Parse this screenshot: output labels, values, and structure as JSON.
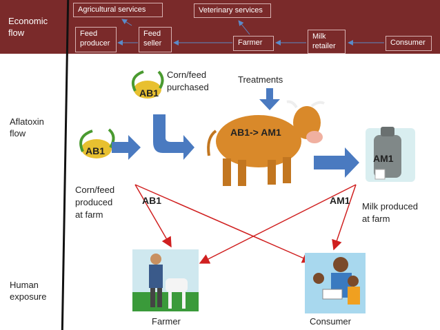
{
  "economic": {
    "row_label": "Economic\nflow",
    "boxes": {
      "agricultural_services": "Agricultural services",
      "veterinary_services": "Veterinary services",
      "feed_producer": "Feed\nproducer",
      "feed_seller": "Feed\nseller",
      "farmer": "Farmer",
      "milk_retailer": "Milk\nretailer",
      "consumer": "Consumer"
    }
  },
  "aflatoxin": {
    "row_label": "Aflatoxin\nflow",
    "corn_purchased": "Corn/feed\npurchased",
    "treatments": "Treatments",
    "corn_produced": "Corn/feed\nproduced\nat farm",
    "milk_produced": "Milk produced\nat farm",
    "ab1": "AB1",
    "am1": "AM1",
    "cow_label": "AB1-> AM1"
  },
  "human": {
    "row_label": "Human\nexposure",
    "farmer": "Farmer",
    "consumer": "Consumer"
  },
  "colors": {
    "band": "#7a2a2a",
    "arrow_blue": "#4a7ac0",
    "arrow_red": "#d02020",
    "cow": "#d9892a"
  }
}
